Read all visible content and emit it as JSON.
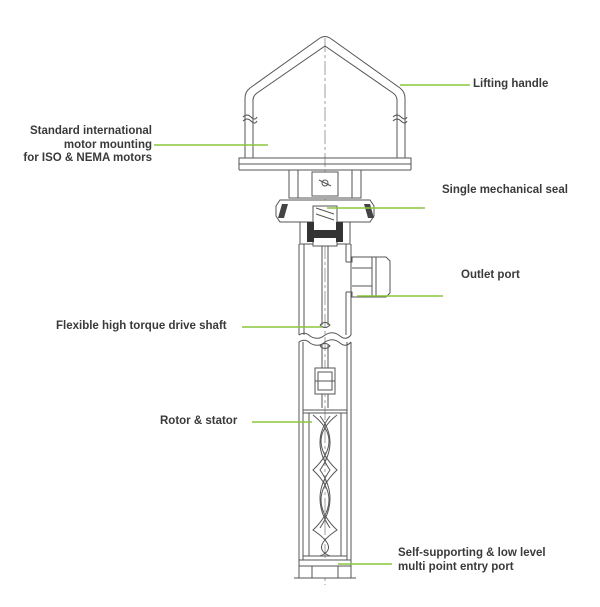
{
  "labels": {
    "lifting_handle": "Lifting handle",
    "motor_mounting": "Standard international\nmotor mounting\nfor ISO & NEMA motors",
    "mechanical_seal": "Single mechanical seal",
    "outlet_port": "Outlet port",
    "drive_shaft": "Flexible high torque drive shaft",
    "rotor_stator": "Rotor & stator",
    "entry_port": "Self-supporting & low level\nmulti point entry port"
  },
  "colors": {
    "leader_line": "#8cc63f",
    "drawing_line": "#555555",
    "label_text": "#3a3a3a",
    "background": "#ffffff"
  }
}
